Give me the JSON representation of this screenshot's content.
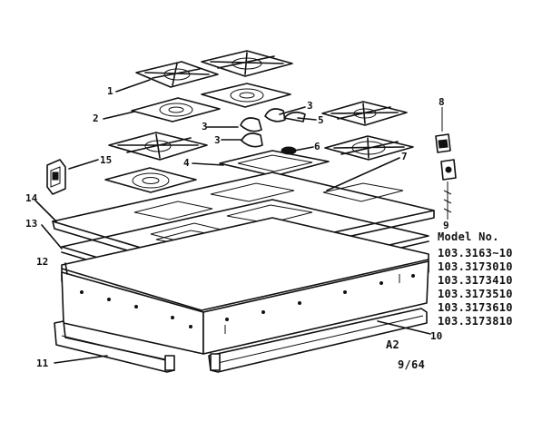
{
  "diagram": {
    "callouts": {
      "c1": "1",
      "c2": "2",
      "c3a": "3",
      "c3b": "3",
      "c3c": "3",
      "c4": "4",
      "c5": "5",
      "c6": "6",
      "c7": "7",
      "c8": "8",
      "c9": "9",
      "c10": "10",
      "c11": "11",
      "c12": "12",
      "c13": "13",
      "c14": "14",
      "c15": "15"
    },
    "model_label": "Model No.",
    "models": [
      "103.3163~10",
      "103.3173010",
      "103.3173410",
      "103.3173510",
      "103.3173610",
      "103.3173810"
    ],
    "ref_code": "A2",
    "date_code": "9/64"
  }
}
